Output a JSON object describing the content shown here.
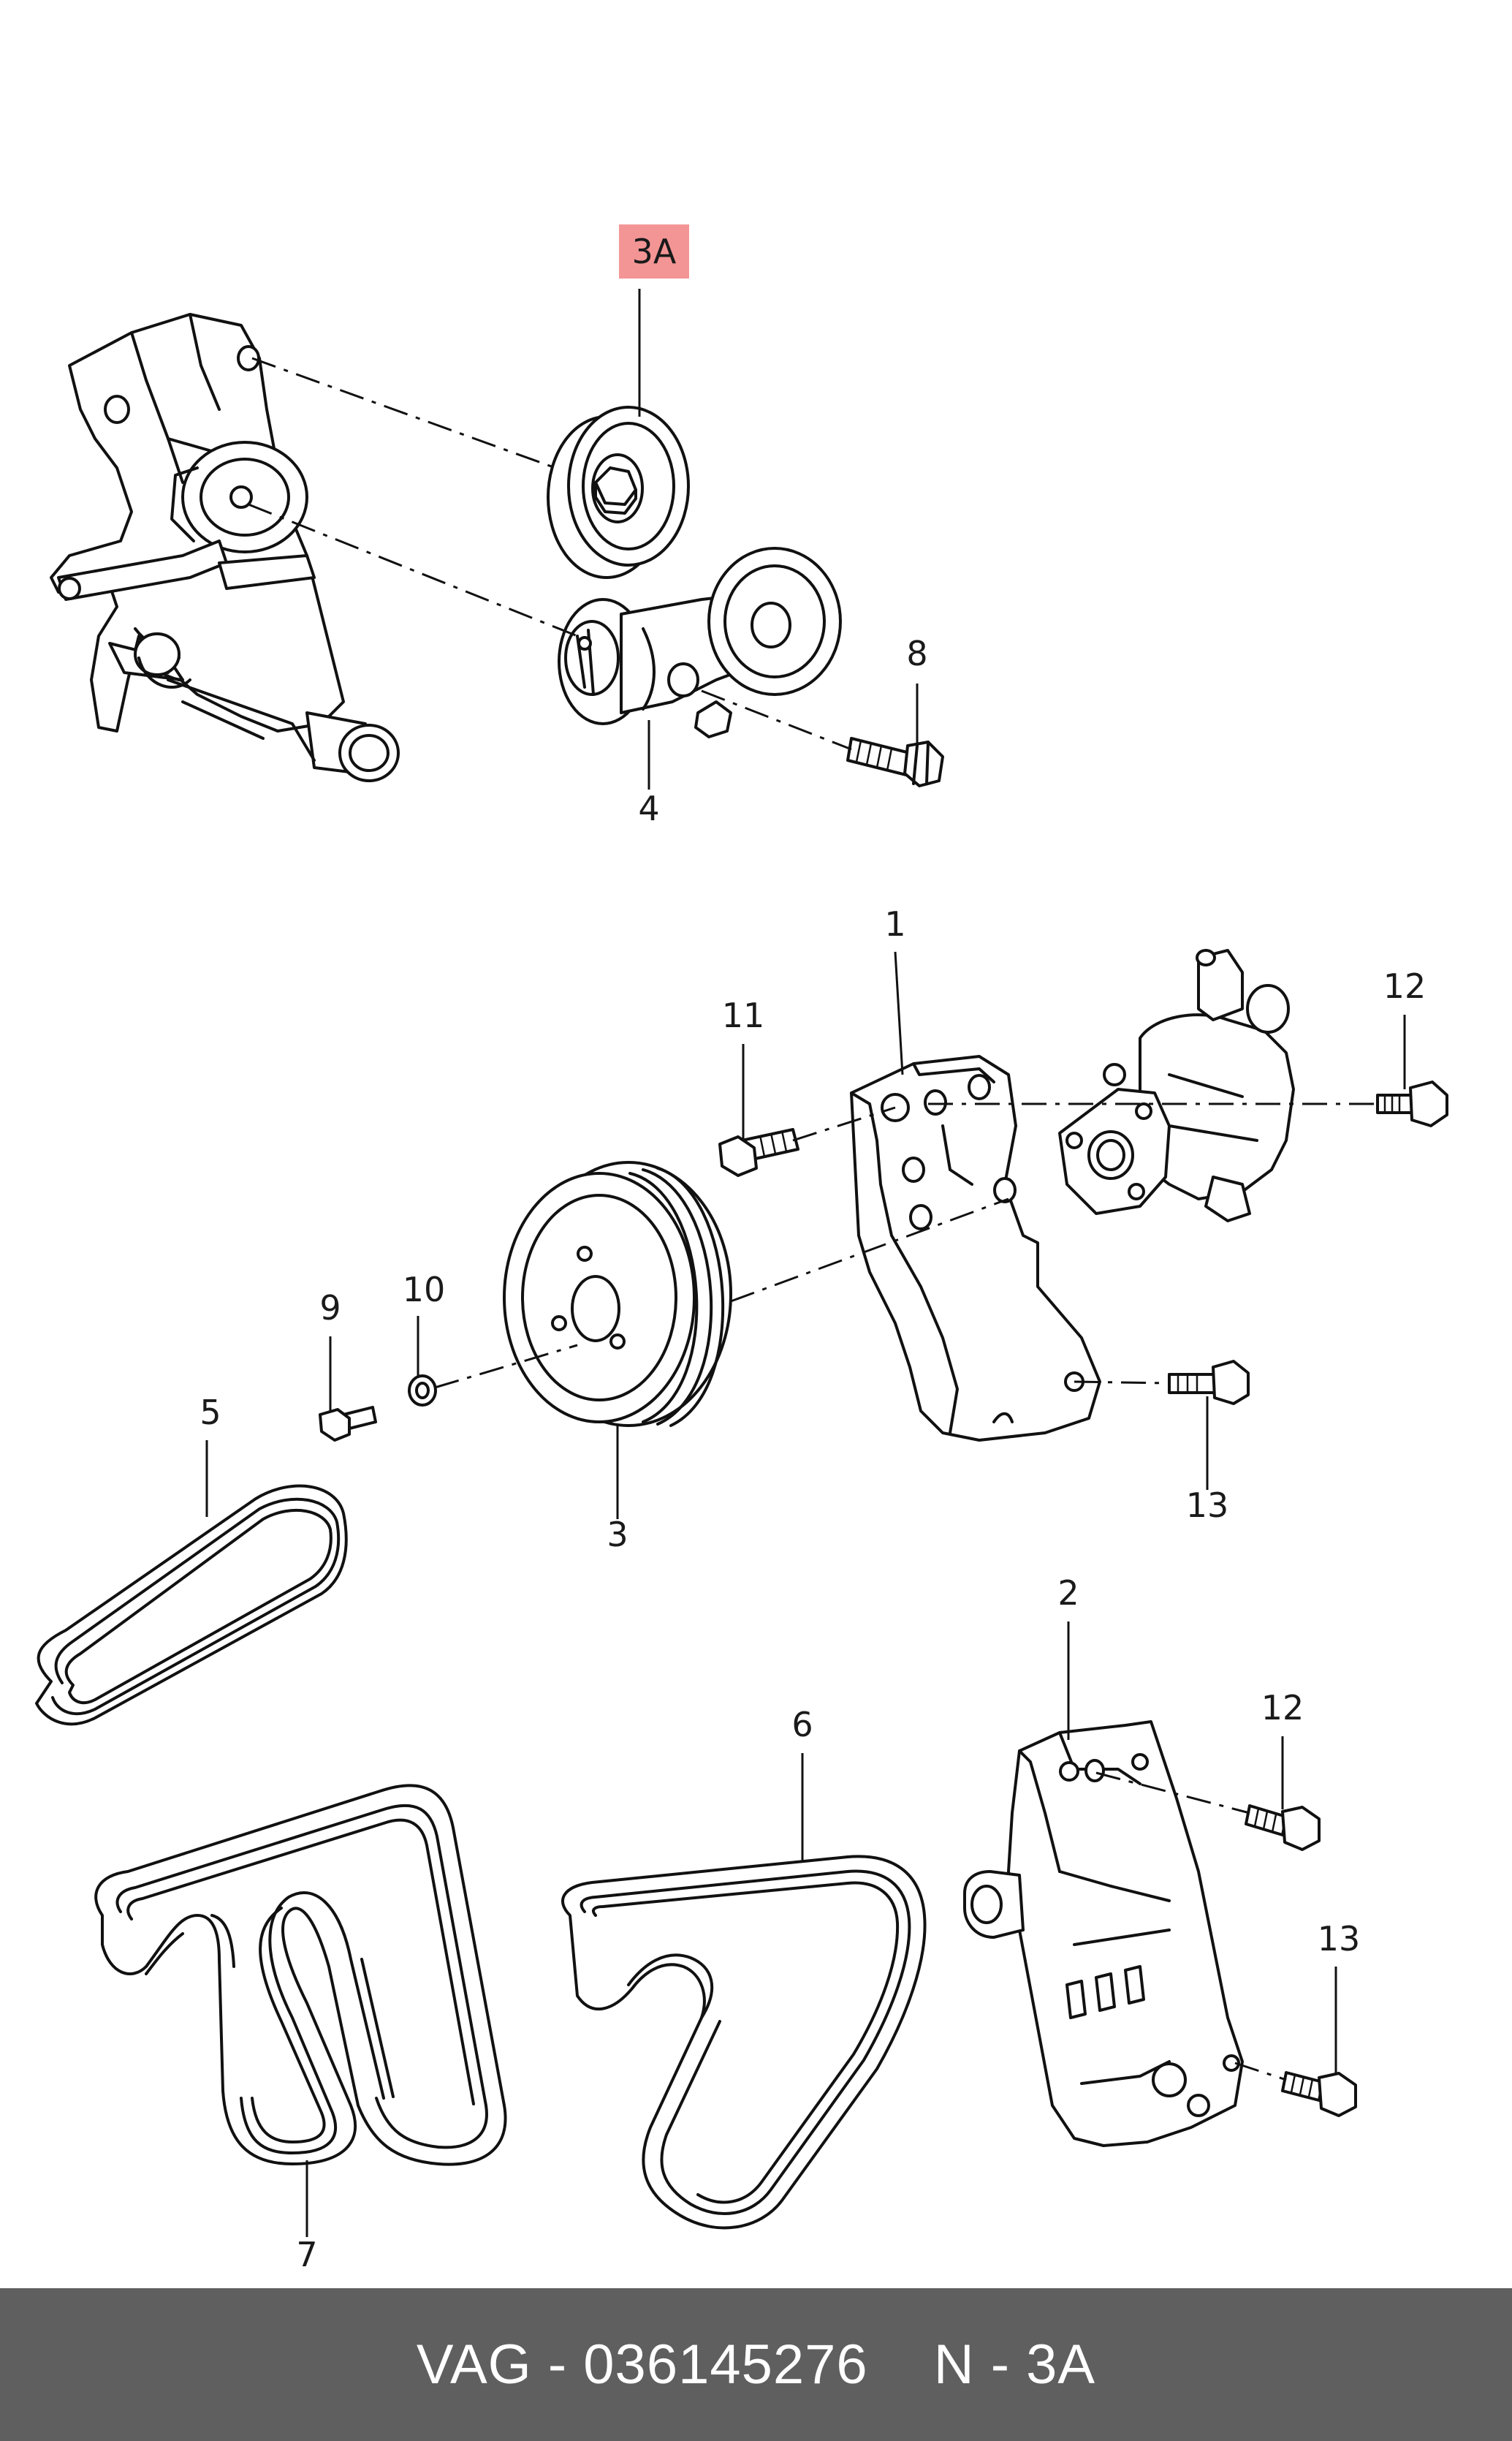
{
  "callouts": {
    "c1": "1",
    "c2": "2",
    "c3": "3",
    "c3a": "3A",
    "c4": "4",
    "c5": "5",
    "c6": "6",
    "c7": "7",
    "c8": "8",
    "c9": "9",
    "c10": "10",
    "c11": "11",
    "c12a": "12",
    "c12b": "12",
    "c13a": "13",
    "c13b": "13"
  },
  "highlight_color": "#f49595",
  "footer": {
    "part_number": "VAG - 036145276",
    "position": "N - 3A",
    "background": "#5f5f5f"
  }
}
